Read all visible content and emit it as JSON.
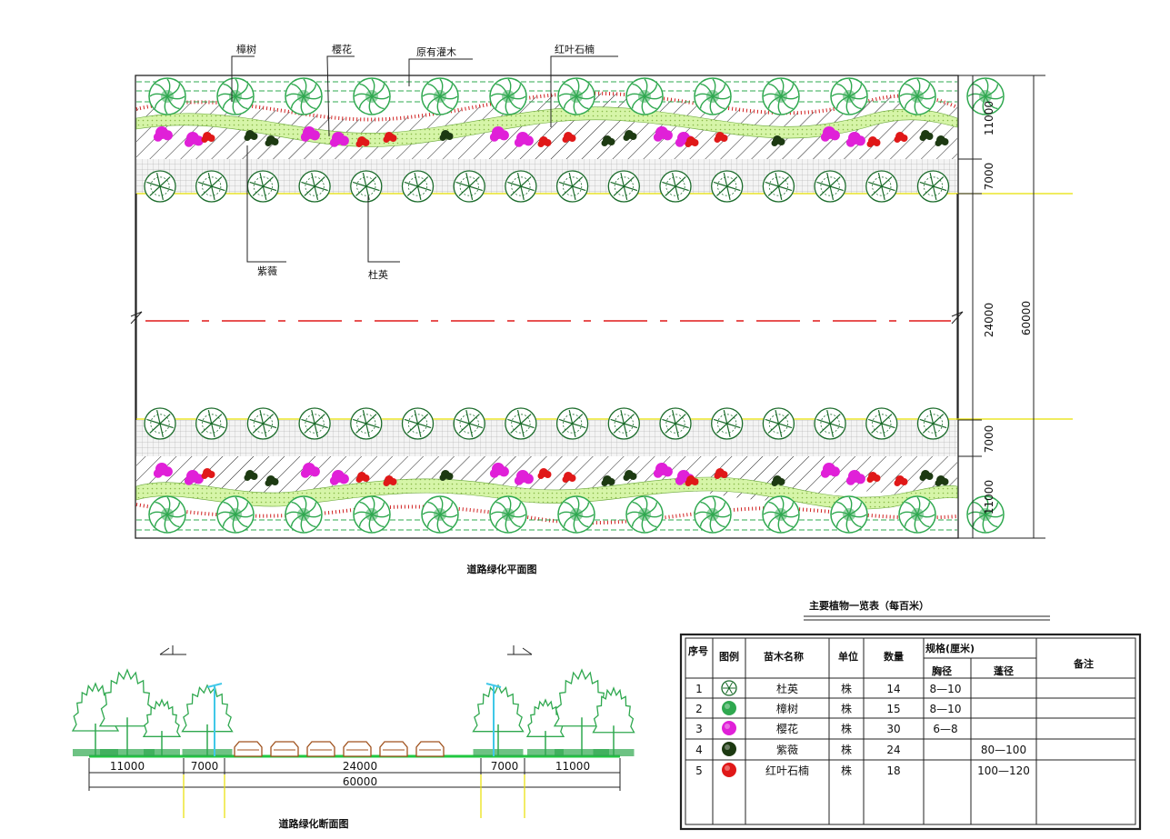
{
  "plan": {
    "title": "道路绿化平面图",
    "labels": {
      "tree_a": "樟树",
      "tree_b": "樱花",
      "tree_c": "原有灌木",
      "tree_d": "红叶石楠",
      "tree_e": "紫薇",
      "tree_f": "杜英"
    },
    "dims": {
      "d11000_top": "11000",
      "d7000_top": "7000",
      "d24000": "24000",
      "d7000_bot": "7000",
      "d11000_bot": "11000",
      "d60000": "60000"
    }
  },
  "section": {
    "title": "道路绿化断面图",
    "dims": {
      "s11000_left": "11000",
      "s7000_left": "7000",
      "s24000": "24000",
      "s7000_right": "7000",
      "s11000_right": "11000",
      "s60000": "60000"
    }
  },
  "table": {
    "title": "主要植物一览表（每百米）",
    "headers": {
      "no": "序号",
      "legend": "图例",
      "name": "苗木名称",
      "unit": "单位",
      "qty": "数量",
      "spec": "规格(厘米)",
      "crown": "胸径",
      "height": "蓬径",
      "note": "备注"
    },
    "rows": [
      {
        "no": "1",
        "name": "杜英",
        "unit": "株",
        "qty": "14",
        "crown": "8—10",
        "height": "",
        "icon": "tree-outline-icon",
        "color": "#1a6b2a"
      },
      {
        "no": "2",
        "name": "樟树",
        "unit": "株",
        "qty": "15",
        "crown": "8—10",
        "height": "",
        "icon": "tree-green-icon",
        "color": "#2fa84f"
      },
      {
        "no": "3",
        "name": "樱花",
        "unit": "株",
        "qty": "30",
        "crown": "6—8",
        "height": "",
        "icon": "tree-magenta-icon",
        "color": "#e020d8"
      },
      {
        "no": "4",
        "name": "紫薇",
        "unit": "株",
        "qty": "24",
        "crown": "",
        "height": "80—100",
        "icon": "shrub-dark-icon",
        "color": "#1d3a12"
      },
      {
        "no": "5",
        "name": "红叶石楠",
        "unit": "株",
        "qty": "18",
        "crown": "",
        "height": "100—120",
        "icon": "shrub-red-icon",
        "color": "#e01818"
      }
    ]
  },
  "colors": {
    "green": "#2fa84f",
    "dark_green": "#1a6b2a",
    "magenta": "#e020d8",
    "red": "#e01818",
    "hedge": "#c8ef9a",
    "dashed_red": "#e01818",
    "yellow": "#e8e000",
    "cyan": "#40c8e8"
  }
}
